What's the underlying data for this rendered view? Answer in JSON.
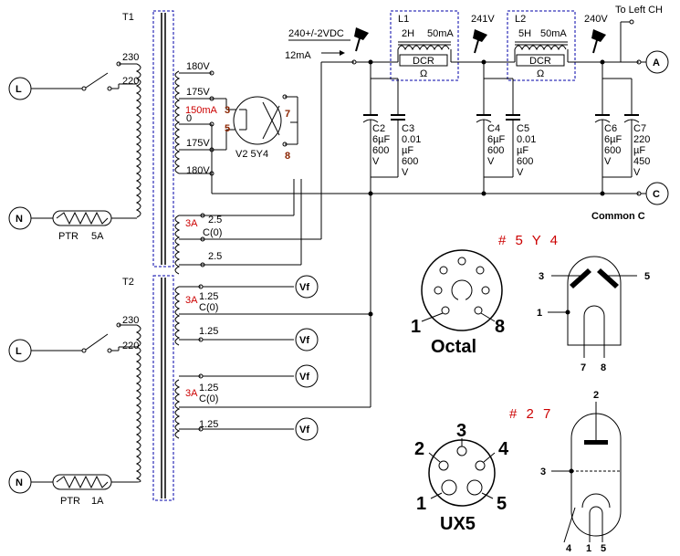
{
  "transformers": {
    "t1": {
      "label": "T1",
      "primary_taps": [
        "230",
        "220"
      ],
      "secondary_taps": [
        "180V",
        "175V",
        "0",
        "175V",
        "180V"
      ],
      "current_label": "150mA",
      "heater": {
        "current": "3A",
        "taps": [
          "2.5",
          "C(0)",
          "2.5"
        ]
      }
    },
    "t2": {
      "label": "T2",
      "primary_taps": [
        "230",
        "220"
      ],
      "heater_a": {
        "current": "3A",
        "taps": [
          "1.25",
          "C(0)",
          "1.25"
        ]
      },
      "heater_b": {
        "current": "3A",
        "taps": [
          "1.25",
          "C(0)",
          "1.25"
        ]
      }
    }
  },
  "mains": {
    "live": "L",
    "neutral": "N",
    "ptr1": {
      "name": "PTR",
      "rating": "5A"
    },
    "ptr2": {
      "name": "PTR",
      "rating": "1A"
    }
  },
  "rectifier": {
    "label": "V2 5Y4",
    "pins": [
      "3",
      "5",
      "7",
      "8"
    ]
  },
  "supply": {
    "probe1": "240+/-2VDC",
    "current": "12mA",
    "probe2": "241V",
    "probe3": "240V",
    "to_left": "To Left CH"
  },
  "chokes": [
    {
      "name": "L1",
      "inductance": "2H",
      "current": "50mA",
      "dcr": "DCR",
      "ohm": "Ω"
    },
    {
      "name": "L2",
      "inductance": "5H",
      "current": "50mA",
      "dcr": "DCR",
      "ohm": "Ω"
    }
  ],
  "capacitors": [
    {
      "name": "C2",
      "lines": [
        "6µF",
        "600",
        "V"
      ]
    },
    {
      "name": "C3",
      "lines": [
        "0.01",
        "µF",
        "600",
        "V"
      ]
    },
    {
      "name": "C4",
      "lines": [
        "6µF",
        "600",
        "V"
      ]
    },
    {
      "name": "C5",
      "lines": [
        "0.01",
        "µF",
        "600",
        "V"
      ]
    },
    {
      "name": "C6",
      "lines": [
        "6µF",
        "600",
        "V"
      ]
    },
    {
      "name": "C7",
      "lines": [
        "220",
        "µF",
        "450",
        "V"
      ]
    }
  ],
  "terminals": {
    "a": "A",
    "c": "C",
    "common": "Common C",
    "vf": "Vf"
  },
  "tube_5y4": {
    "header": "# 5 Y 4",
    "socket": "Octal",
    "socket_pins": [
      "1",
      "8"
    ],
    "pins": [
      "3",
      "5",
      "1",
      "7",
      "8"
    ]
  },
  "tube_27": {
    "header": "# 2 7",
    "socket": "UX5",
    "socket_pins": [
      "3",
      "2",
      "4",
      "1",
      "5"
    ],
    "pins": [
      "2",
      "3",
      "4",
      "1",
      "5"
    ]
  }
}
